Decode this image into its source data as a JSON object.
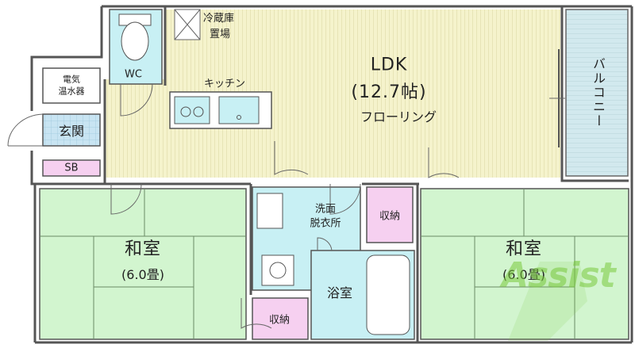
{
  "plan": {
    "ldk": {
      "name": "LDK",
      "size": "(12.7帖)",
      "floor": "フローリング"
    },
    "fridge": {
      "line1": "冷蔵庫",
      "line2": "置場"
    },
    "kitchen": "キッチン",
    "wc": "WC",
    "water_heater": {
      "line1": "電気",
      "line2": "温水器"
    },
    "entrance": "玄関",
    "shoe_box": "SB",
    "balcony": "バルコニー",
    "washroom": {
      "line1": "洗面",
      "line2": "脱衣所"
    },
    "storage_center": "収納",
    "storage_bottom": "収納",
    "bath": "浴室",
    "washitsu_left": {
      "name": "和室",
      "size": "(6.0畳)"
    },
    "washitsu_right": {
      "name": "和室",
      "size": "(6.0畳)"
    },
    "logo": "Assist",
    "colors": {
      "floor": "#f5f3cc",
      "tatami": "#d2f5cf",
      "wet_area": "#c8f0f4",
      "storage": "#f6d0f0",
      "balcony": "#cfe8ec",
      "wall": "#555555"
    }
  }
}
